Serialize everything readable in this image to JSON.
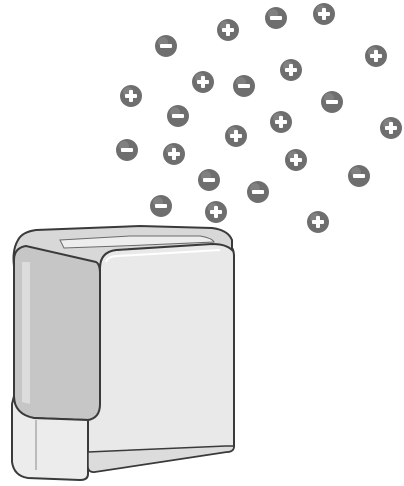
{
  "colors": {
    "background": "#ffffff",
    "ion_fill": "#6e6e6e",
    "ion_symbol": "#ffffff",
    "device_outline": "#3a3a3a",
    "device_body_light": "#ececec",
    "device_body_mid": "#d9d9d9",
    "device_side_panel": "#c4c4c4",
    "device_highlight": "#f7f7f7"
  },
  "ions": [
    {
      "charge": "negative",
      "name": "minus-ion-icon"
    },
    {
      "charge": "positive",
      "name": "plus-ion-icon"
    },
    {
      "charge": "negative",
      "name": "minus-ion-icon"
    },
    {
      "charge": "positive",
      "name": "plus-ion-icon"
    },
    {
      "charge": "positive",
      "name": "plus-ion-icon"
    },
    {
      "charge": "positive",
      "name": "plus-ion-icon"
    },
    {
      "charge": "positive",
      "name": "plus-ion-icon"
    },
    {
      "charge": "negative",
      "name": "minus-ion-icon"
    },
    {
      "charge": "positive",
      "name": "plus-ion-icon"
    },
    {
      "charge": "negative",
      "name": "minus-ion-icon"
    },
    {
      "charge": "negative",
      "name": "minus-ion-icon"
    },
    {
      "charge": "positive",
      "name": "plus-ion-icon"
    },
    {
      "charge": "positive",
      "name": "plus-ion-icon"
    },
    {
      "charge": "positive",
      "name": "plus-ion-icon"
    },
    {
      "charge": "negative",
      "name": "minus-ion-icon"
    },
    {
      "charge": "positive",
      "name": "plus-ion-icon"
    },
    {
      "charge": "positive",
      "name": "plus-ion-icon"
    },
    {
      "charge": "negative",
      "name": "minus-ion-icon"
    },
    {
      "charge": "negative",
      "name": "minus-ion-icon"
    },
    {
      "charge": "negative",
      "name": "minus-ion-icon"
    },
    {
      "charge": "negative",
      "name": "minus-ion-icon"
    },
    {
      "charge": "positive",
      "name": "plus-ion-icon"
    },
    {
      "charge": "positive",
      "name": "plus-ion-icon"
    }
  ],
  "device": {
    "name": "air-purifier-device"
  }
}
